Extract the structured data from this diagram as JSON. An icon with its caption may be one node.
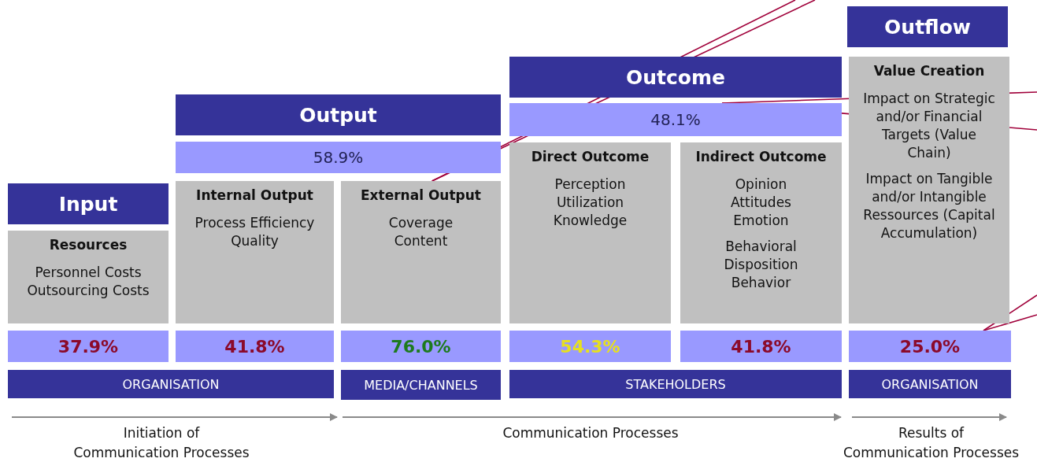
{
  "diagram": {
    "nodes": [
      {
        "text": [
          "Input"
        ]
      },
      {
        "text": [
          "Resources",
          "Personnel Costs Outsourcing Costs"
        ]
      },
      {
        "text": [
          "37.9%"
        ]
      },
      {
        "text": [
          "ORGANISATION"
        ]
      },
      {
        "text": [
          "Output"
        ]
      },
      {
        "text": [
          "58.9%"
        ]
      },
      {
        "text": [
          "Internal Output",
          "Process Efficiency Quality"
        ]
      },
      {
        "text": [
          "External Output",
          "Coverage Content"
        ]
      },
      {
        "text": [
          "41.8%"
        ]
      },
      {
        "text": [
          "76.0%"
        ]
      },
      {
        "text": [
          "MEDIA/CHANNELS"
        ]
      },
      {
        "text": [
          "Outcome"
        ]
      },
      {
        "text": [
          "48.1%"
        ]
      },
      {
        "text": [
          "Direct Outcome",
          "Perception Utilization Knowledge"
        ]
      },
      {
        "text": [
          "Indirect Outcome",
          "Opinion Attitudes Emotion",
          "Behavioral Disposition Behavior"
        ]
      },
      {
        "text": [
          "54.3%"
        ]
      },
      {
        "text": [
          "41.8%"
        ]
      },
      {
        "text": [
          "STAKEHOLDERS"
        ]
      },
      {
        "text": [
          "Outflow"
        ]
      },
      {
        "text": [
          "Value Creation",
          "Impact on Strategic and/or Financial Targets (Value Chain)",
          "Impact on Tangible and/or Intangible Ressources (Capital Accumulation)"
        ]
      },
      {
        "text": [
          "25.0%"
        ]
      },
      {
        "text": [
          "ORGANISATION"
        ]
      }
    ],
    "edges": [
      {
        "from": null,
        "to": 7,
        "arrow": "none"
      },
      {
        "from": null,
        "to": 7,
        "arrow": "none"
      },
      {
        "from": null,
        "to": 12,
        "arrow": "none"
      },
      {
        "from": null,
        "to": 12,
        "arrow": "none"
      },
      {
        "from": null,
        "to": 20,
        "arrow": "none"
      },
      {
        "from": null,
        "to": 20,
        "arrow": "none"
      }
    ],
    "labels": [
      "Initiation of Communication Processes",
      "Communication Processes",
      "Results of Communication Processes"
    ]
  }
}
